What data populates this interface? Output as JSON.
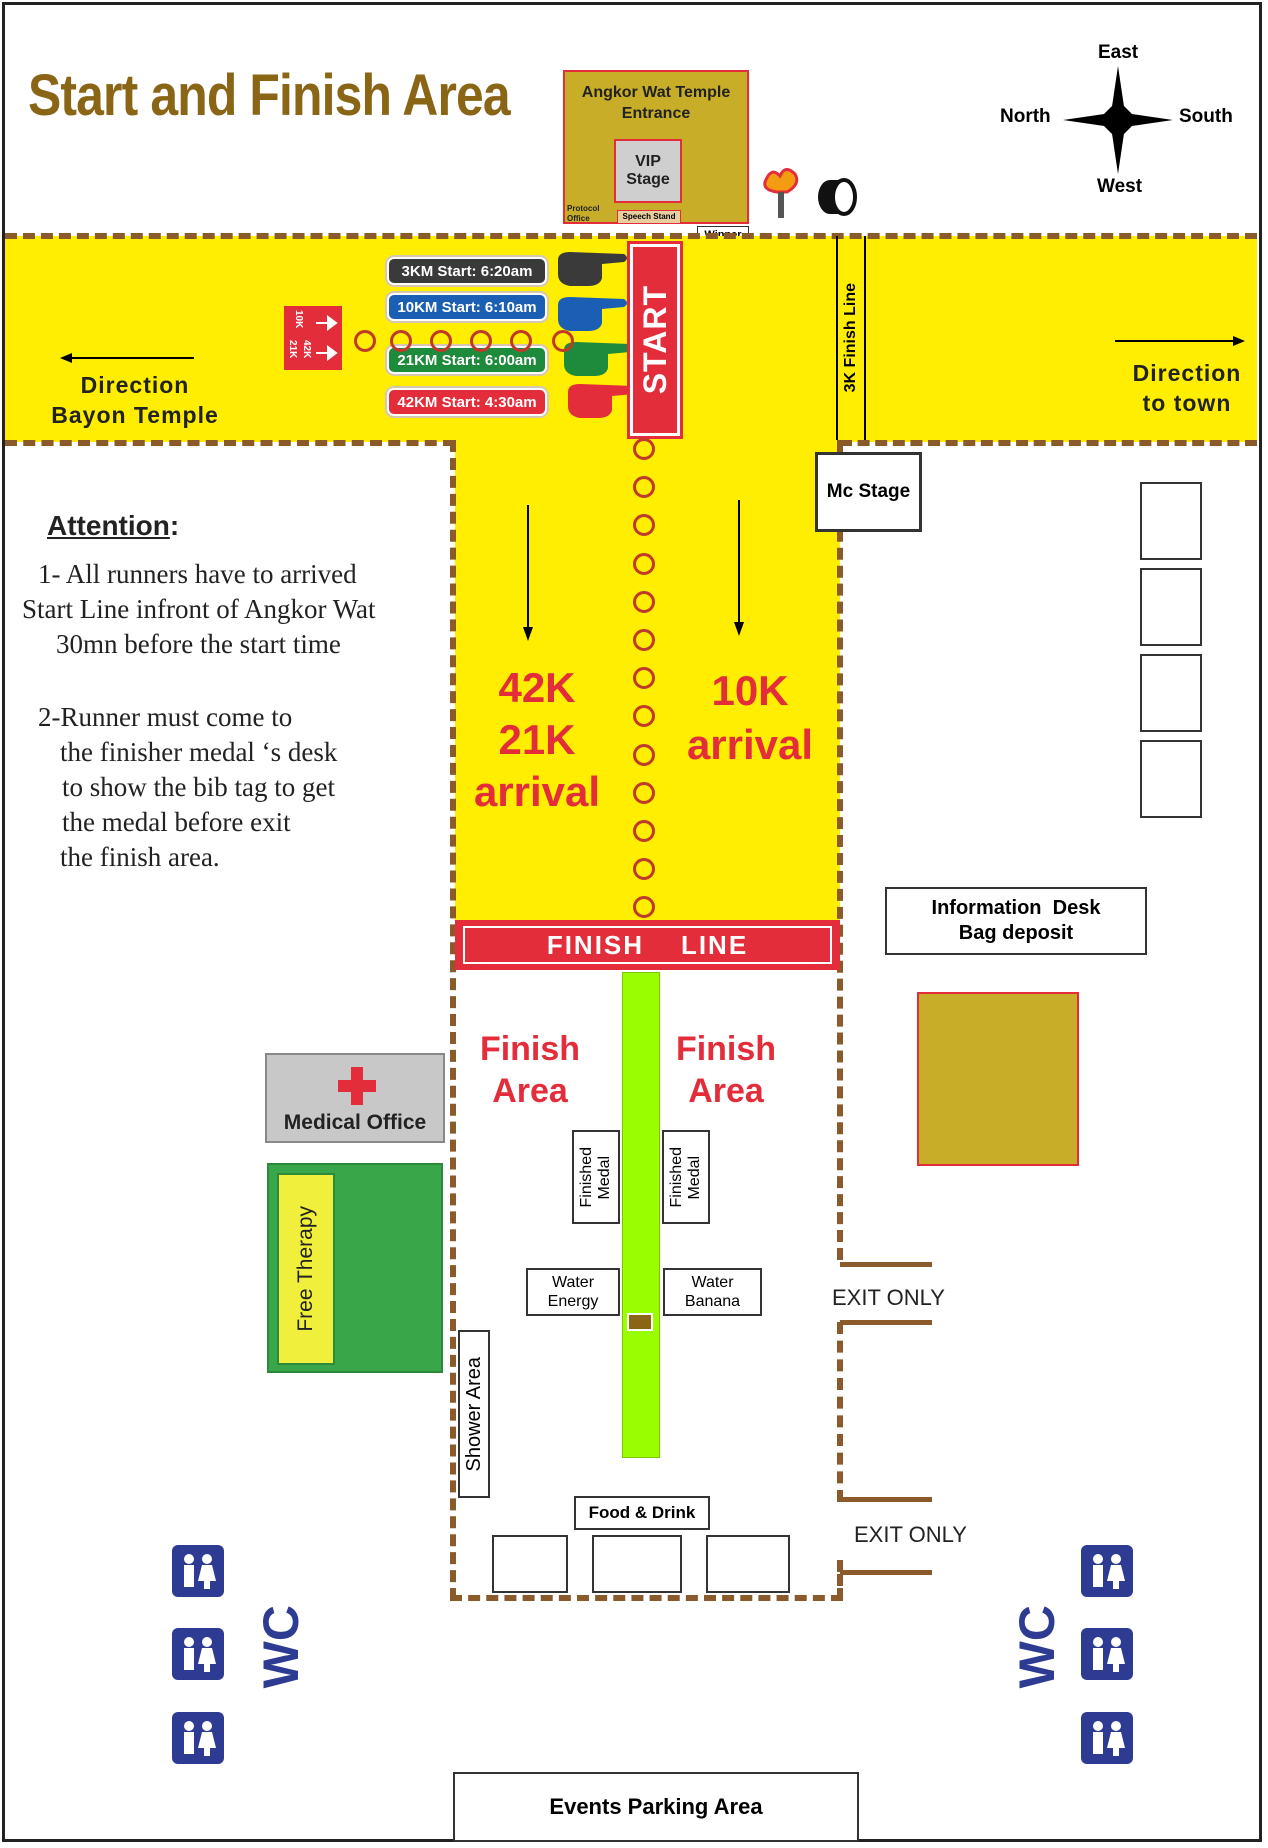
{
  "title": "Start and Finish Area",
  "compass": {
    "east": "East",
    "north": "North",
    "south": "South",
    "west": "West"
  },
  "temple": {
    "entrance": "Angkor Wat Temple Entrance",
    "vip": "VIP Stage",
    "protocol": "Protocol Office",
    "speech": "Speech Stand",
    "winner": "Winner Seat"
  },
  "starts": [
    {
      "label": "3KM Start: 6:20am",
      "color": "#3a3a3a"
    },
    {
      "label": "10KM Start: 6:10am",
      "color": "#1a5fb4"
    },
    {
      "label": "21KM Start: 6:00am",
      "color": "#1e8a3c"
    },
    {
      "label": "42KM Start: 4:30am",
      "color": "#e32d3a"
    }
  ],
  "start_sign": {
    "top": "10K",
    "mid": "42K",
    "bot": "21K"
  },
  "start_banner": "START",
  "finish_3k": "3K Finish Line",
  "direction_left": {
    "line1": "Direction",
    "line2": "Bayon Temple"
  },
  "direction_right": {
    "line1": "Direction",
    "line2": "to town"
  },
  "mc_stage": "Mc Stage",
  "attention": {
    "heading": "Attention",
    "colon": ":",
    "p1": [
      "1- All runners have to arrived",
      "Start Line infront of Angkor Wat",
      "30mn before the start time"
    ],
    "p2": [
      "2-Runner must come to",
      "the finisher medal ‘s desk",
      "to show the bib tag to get",
      "the medal before exit",
      "the finish area."
    ]
  },
  "arrival_left": [
    "42K",
    "21K",
    "arrival"
  ],
  "arrival_right": [
    "10K",
    "arrival"
  ],
  "finish_line": "FINISH    LINE",
  "finish_area": [
    "Finish",
    "Area"
  ],
  "info_desk": [
    "Information  Desk",
    "Bag deposit"
  ],
  "medical": "Medical Office",
  "free_therapy": "Free Therapy",
  "finished_medal": [
    "Finished",
    "Medal"
  ],
  "water_left": [
    "Water",
    "Energy"
  ],
  "water_right": [
    "Water",
    "Banana"
  ],
  "shower": "Shower Area",
  "exit_only": "EXIT ONLY",
  "food": "Food & Drink",
  "wc": "WC",
  "parking": "Events Parking Area",
  "colors": {
    "yellow": "#ffee00",
    "red": "#e32d3a",
    "olive": "#c8ae28",
    "green": "#3aa64a",
    "lime": "#99ff00",
    "navy": "#2d3b93",
    "brown": "#8a5a2b",
    "title": "#8a6516"
  }
}
